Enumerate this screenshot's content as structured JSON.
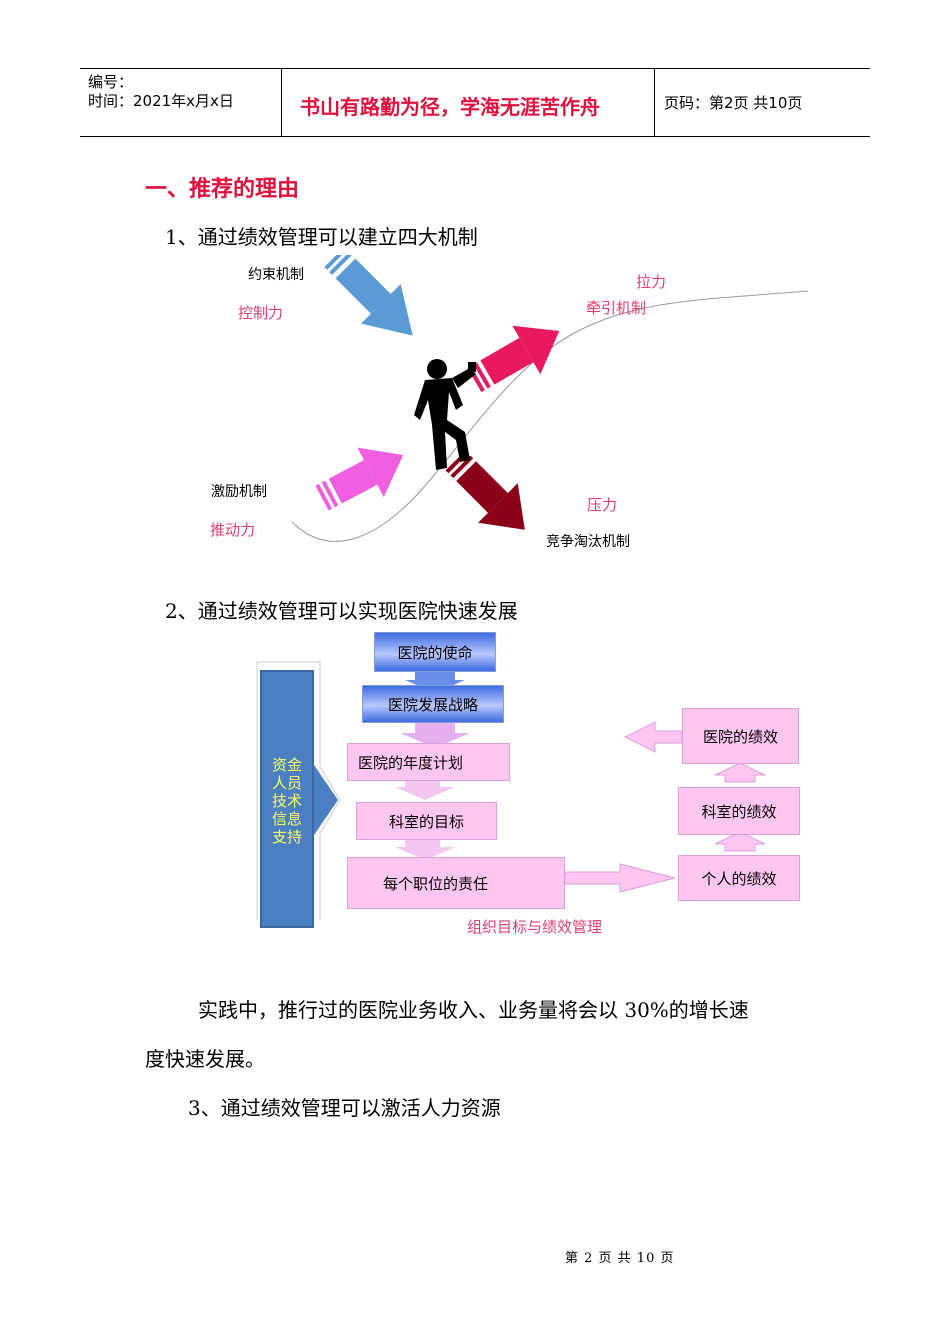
{
  "header": {
    "serial_label": "编号：",
    "time_label": "时间：2021年x月x日",
    "motto": "书山有路勤为径，学海无涯苦作舟",
    "page_label": "页码：第2页  共10页"
  },
  "section_title": "一、推荐的理由",
  "item1": "1、通过绩效管理可以建立四大机制",
  "mechanisms": {
    "constraint": "约束机制",
    "control_force": "控制力",
    "pull_force": "拉力",
    "traction": "牵引机制",
    "incentive": "激励机制",
    "push_force": "推动力",
    "pressure": "压力",
    "competition": "竞争淘汰机制"
  },
  "item2": "2、通过绩效管理可以实现医院快速发展",
  "flow": {
    "mission": "医院的使命",
    "strategy": "医院发展战略",
    "annual_plan": "医院的年度计划",
    "dept_goal": "科室的目标",
    "position_duty": "每个职位的责任",
    "hospital_perf": "医院的绩效",
    "dept_perf": "科室的绩效",
    "personal_perf": "个人的绩效",
    "support_lines": [
      "资金",
      "人员",
      "技术",
      "信息",
      "支持"
    ],
    "caption": "组织目标与绩效管理"
  },
  "paragraph": {
    "line1": "实践中，推行过的医院业务收入、业务量将会以 30%的增长速",
    "line2": "度快速发展。"
  },
  "item3": "3、通过绩效管理可以激活人力资源",
  "footer": "第 2 页 共 10 页",
  "colors": {
    "red_title": "#e0103c",
    "pink_label": "#e04070",
    "flow_box": "#ffc6f2",
    "support_box": "#4a7fc1"
  }
}
